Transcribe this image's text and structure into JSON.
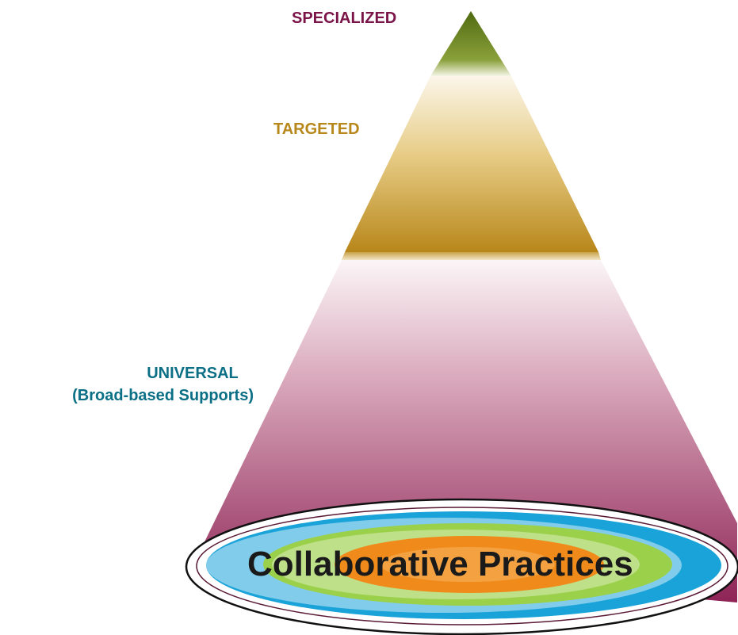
{
  "tiers": [
    {
      "id": "specialized",
      "label": "SPECIALIZED",
      "color": "#7a1448"
    },
    {
      "id": "targeted",
      "label": "TARGETED",
      "color": "#b8871a"
    },
    {
      "id": "universal",
      "label": "UNIVERSAL",
      "sublabel": "(Broad-based Supports)",
      "color": "#0b6f86"
    }
  ],
  "base": {
    "label": "Collaborative Practices",
    "text_color": "#1a1a1a",
    "ring_colors": [
      "#1aa3d9",
      "#9bd04a",
      "#f08a1a"
    ]
  },
  "colors": {
    "specialized_fill": "#5c7310",
    "targeted_fill": "#b8871a",
    "universal_fill": "#8e2c5a"
  }
}
